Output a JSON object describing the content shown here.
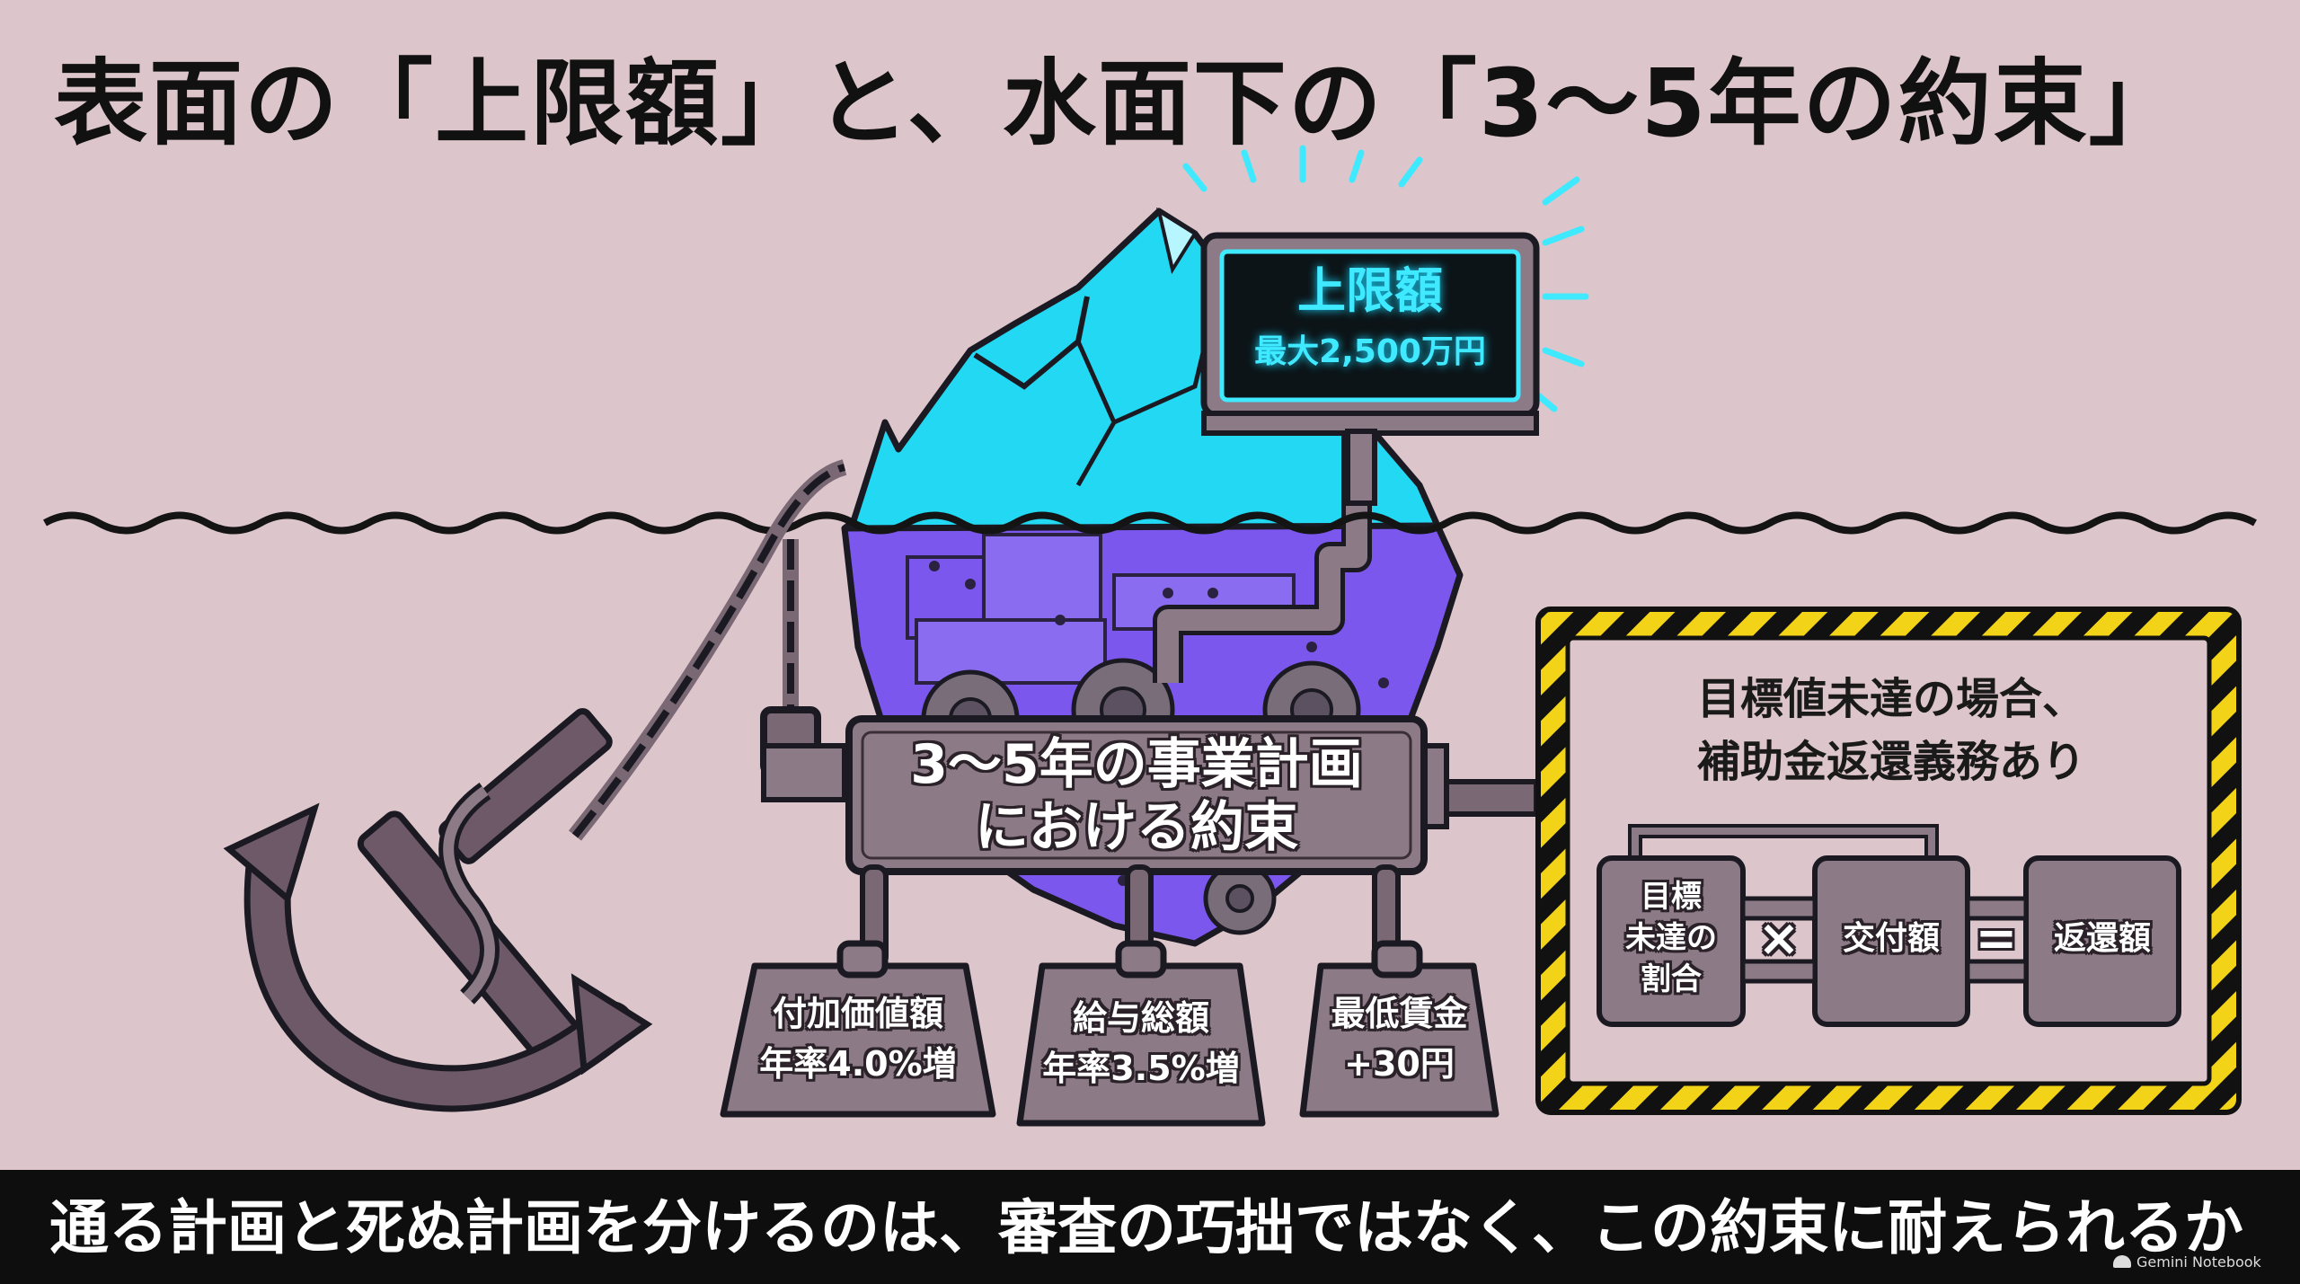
{
  "title": "表面の「上限額」と、水面下の「3〜5年の約束」",
  "sign": {
    "title": "上限額",
    "amount": "最大2,500万円"
  },
  "anchor_box": {
    "line1": "3〜5年の事業計画",
    "line2": "における約束"
  },
  "weights": [
    {
      "line1": "付加価値額",
      "line2": "年率4.0%増"
    },
    {
      "line1": "給与総額",
      "line2": "年率3.5%増"
    },
    {
      "line1": "最低賃金",
      "line2": "+30円"
    }
  ],
  "warning": {
    "heading1": "目標値未達の場合、",
    "heading2": "補助金返還義務あり",
    "formula": {
      "term1_line1": "目標",
      "term1_line2": "未達の",
      "term1_line3": "割合",
      "op1": "×",
      "term2": "交付額",
      "op2": "=",
      "result": "返還額"
    },
    "stripe_colors": [
      "#f2d318",
      "#111111"
    ]
  },
  "footer": "通る計画と死ぬ計画を分けるのは、審査の巧拙ではなく、この約束に耐えられるか",
  "watermark": "Gemini Notebook",
  "colors": {
    "background": "#dcc6cb",
    "ice_above": "#1fd6f0",
    "ice_below": "#7a55f0",
    "metal": "#857079",
    "neon": "#3fe9ff",
    "footer_bg": "#0e0e0e"
  }
}
